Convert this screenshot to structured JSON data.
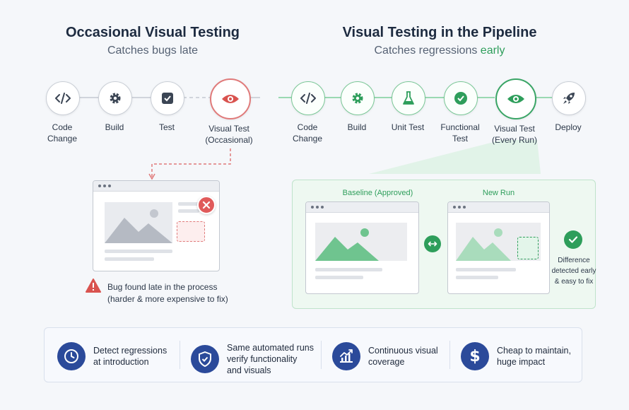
{
  "left": {
    "title": "Occasional Visual Testing",
    "subtitle": "Catches bugs late",
    "steps": [
      {
        "label": "Code\nChange",
        "icon": "code-icon"
      },
      {
        "label": "Build",
        "icon": "gear-icon"
      },
      {
        "label": "Test",
        "icon": "checkbox-icon"
      },
      {
        "label": "Visual Test\n(Occasional)",
        "icon": "eye-icon"
      }
    ],
    "bug_note": "Bug found late in the process\n(harder & more expensive to fix)"
  },
  "right": {
    "title": "Visual Testing in the Pipeline",
    "subtitle_prefix": "Catches regressions ",
    "subtitle_highlight": "early",
    "steps": [
      {
        "label": "Code\nChange",
        "icon": "code-icon"
      },
      {
        "label": "Build",
        "icon": "gear-icon"
      },
      {
        "label": "Unit Test",
        "icon": "flask-icon"
      },
      {
        "label": "Functional\nTest",
        "icon": "check-circle-icon"
      },
      {
        "label": "Visual Test\n(Every Run)",
        "icon": "eye-icon"
      },
      {
        "label": "Deploy",
        "icon": "rocket-icon"
      }
    ],
    "baseline_label": "Baseline (Approved)",
    "newrun_label": "New Run",
    "difference_note": "Difference\ndetected early\n& easy to fix"
  },
  "features": [
    {
      "text": "Detect regressions\nat introduction",
      "icon": "clock-icon"
    },
    {
      "text": "Same automated runs\nverify functionality\nand visuals",
      "icon": "shield-check-icon"
    },
    {
      "text": "Continuous visual\ncoverage",
      "icon": "chart-trend-icon"
    },
    {
      "text": "Cheap to maintain,\nhuge impact",
      "icon": "dollar-icon"
    }
  ],
  "colors": {
    "accent_green": "#2e9e5b",
    "alert_red": "#d9534f",
    "feature_blue": "#2b4a9a"
  }
}
